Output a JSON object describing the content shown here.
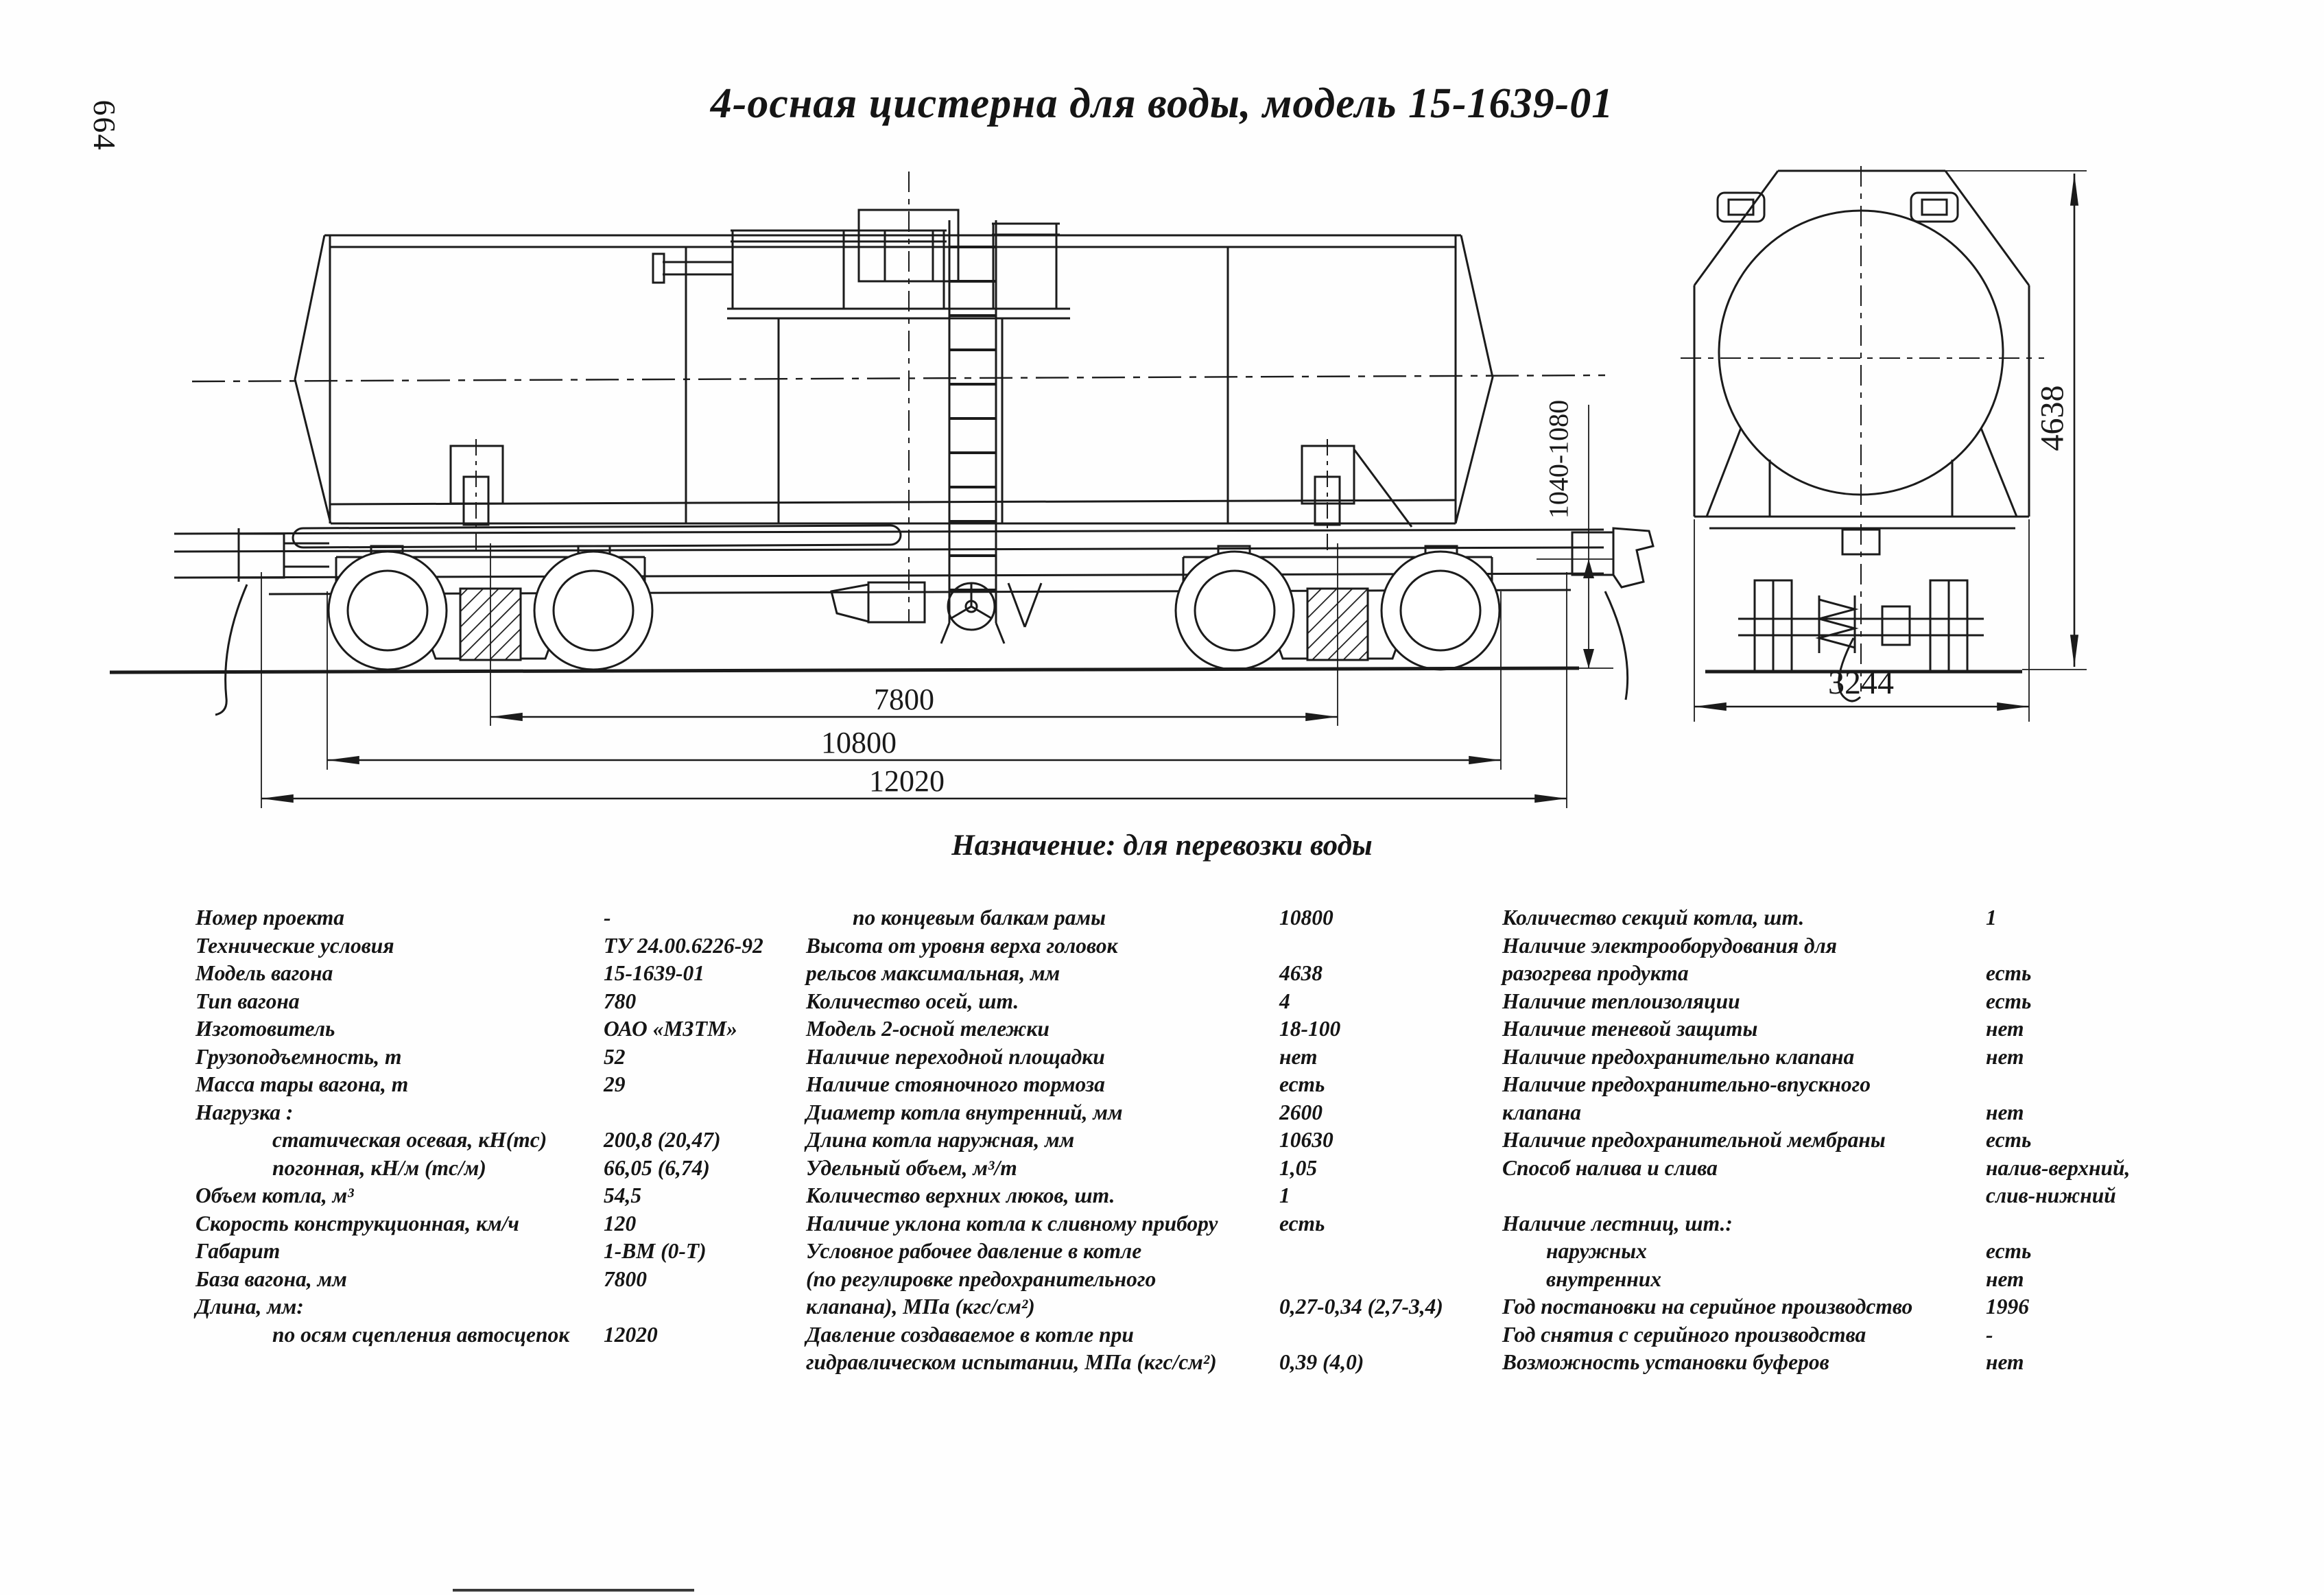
{
  "page": {
    "number": "664"
  },
  "title": "4-осная цистерна для воды, модель 15-1639-01",
  "purpose": "Назначение: для перевозки воды",
  "drawing": {
    "dimensions": {
      "wheelbase": "7800",
      "length_over_frame_end_beams": "10800",
      "length_over_couplers": "12020",
      "coupler_axis_height": "1040-1080",
      "max_height_above_rail": "4638",
      "width": "3244"
    }
  },
  "specs": {
    "col1": [
      {
        "label": "Номер проекта",
        "value": "-",
        "indent": false
      },
      {
        "label": "Технические условия",
        "value": "ТУ 24.00.6226-92",
        "indent": false
      },
      {
        "label": "Модель вагона",
        "value": "15-1639-01",
        "indent": false
      },
      {
        "label": "Тип вагона",
        "value": "780",
        "indent": false
      },
      {
        "label": "Изготовитель",
        "value": "ОАО «МЗТМ»",
        "indent": false
      },
      {
        "label": "Грузоподъемность, т",
        "value": "52",
        "indent": false
      },
      {
        "label": "Масса тары вагона, т",
        "value": "29",
        "indent": false
      },
      {
        "label": "Нагрузка :",
        "value": "",
        "indent": false
      },
      {
        "label": "статическая осевая, кН(тс)",
        "value": "200,8 (20,47)",
        "indent": true
      },
      {
        "label": "погонная, кН/м (тс/м)",
        "value": "66,05 (6,74)",
        "indent": true
      },
      {
        "label": "Объем котла, м³",
        "value": "54,5",
        "indent": false
      },
      {
        "label": "Скорость конструкционная, км/ч",
        "value": "120",
        "indent": false
      },
      {
        "label": "Габарит",
        "value": "1-ВМ (0-Т)",
        "indent": false
      },
      {
        "label": "База вагона, мм",
        "value": "7800",
        "indent": false
      },
      {
        "label": "Длина, мм:",
        "value": "",
        "indent": false
      },
      {
        "label": "по осям сцепления автосцепок",
        "value": "12020",
        "indent": true
      }
    ],
    "col2": [
      {
        "label": "по концевым балкам рамы",
        "value": "10800",
        "indent": true
      },
      {
        "label": "Высота от уровня верха головок",
        "value": "",
        "indent": false
      },
      {
        "label": "рельсов максимальная, мм",
        "value": "4638",
        "indent": false
      },
      {
        "label": "Количество осей, шт.",
        "value": "4",
        "indent": false
      },
      {
        "label": "Модель 2-осной тележки",
        "value": "18-100",
        "indent": false
      },
      {
        "label": "Наличие переходной площадки",
        "value": "нет",
        "indent": false
      },
      {
        "label": "Наличие стояночного тормоза",
        "value": "есть",
        "indent": false
      },
      {
        "label": "Диаметр котла внутренний, мм",
        "value": "2600",
        "indent": false
      },
      {
        "label": "Длина котла наружная, мм",
        "value": "10630",
        "indent": false
      },
      {
        "label": "Удельный объем, м³/т",
        "value": "1,05",
        "indent": false
      },
      {
        "label": "Количество верхних люков, шт.",
        "value": "1",
        "indent": false
      },
      {
        "label": "Наличие уклона котла к сливному прибору",
        "value": "есть",
        "indent": false
      },
      {
        "label": "Условное рабочее давление в котле",
        "value": "",
        "indent": false
      },
      {
        "label": "(по регулировке предохранительного",
        "value": "",
        "indent": false
      },
      {
        "label": "клапана), МПа (кгс/см²)",
        "value": "0,27-0,34 (2,7-3,4)",
        "indent": false
      },
      {
        "label": "Давление создаваемое в котле при",
        "value": "",
        "indent": false
      },
      {
        "label": "гидравлическом испытании, МПа (кгс/см²)",
        "value": "0,39 (4,0)",
        "indent": false
      }
    ],
    "col3": [
      {
        "label": "Количество секций котла, шт.",
        "value": "1",
        "indent": false
      },
      {
        "label": "Наличие электрооборудования для",
        "value": "",
        "indent": false
      },
      {
        "label": "разогрева продукта",
        "value": "есть",
        "indent": false
      },
      {
        "label": "Наличие теплоизоляции",
        "value": "есть",
        "indent": false
      },
      {
        "label": "Наличие теневой защиты",
        "value": "нет",
        "indent": false
      },
      {
        "label": "Наличие предохранительно клапана",
        "value": "нет",
        "indent": false
      },
      {
        "label": "Наличие предохранительно-впускного",
        "value": "",
        "indent": false
      },
      {
        "label": "клапана",
        "value": "нет",
        "indent": false
      },
      {
        "label": "Наличие предохранительной мембраны",
        "value": "есть",
        "indent": false
      },
      {
        "label": "Способ налива и слива",
        "value": "налив-верхний,",
        "indent": false
      },
      {
        "label": "",
        "value": "слив-нижний",
        "indent": false
      },
      {
        "label": "Наличие лестниц, шт.:",
        "value": "",
        "indent": false
      },
      {
        "label": "наружных",
        "value": "есть",
        "indent": true
      },
      {
        "label": "внутренних",
        "value": "нет",
        "indent": true
      },
      {
        "label": "Год постановки на серийное производство",
        "value": "1996",
        "indent": false
      },
      {
        "label": "Год снятия с серийного производства",
        "value": "-",
        "indent": false
      },
      {
        "label": "Возможность установки буферов",
        "value": "нет",
        "indent": false
      }
    ]
  }
}
